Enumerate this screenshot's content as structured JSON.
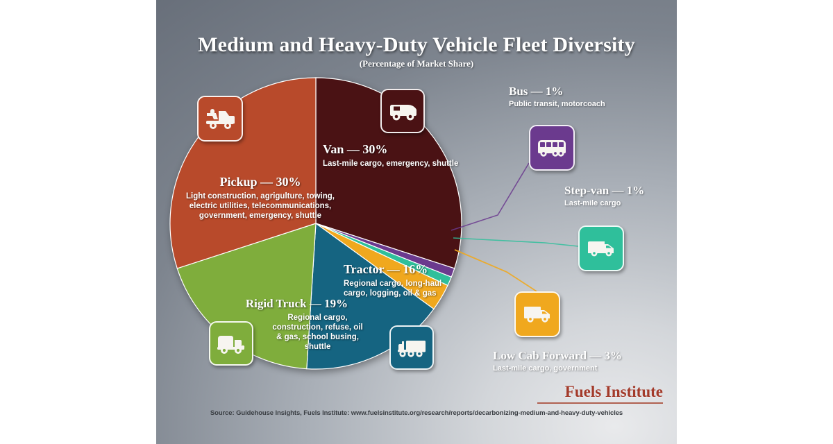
{
  "header": {
    "title": "Medium and Heavy-Duty Vehicle Fleet Diversity",
    "subtitle": "(Percentage of Market Share)"
  },
  "footer": {
    "logo": "Fuels Institute",
    "source": "Source: Guidehouse Insights, Fuels Institute: www.fuelsinstitute.org/research/reports/decarbonizing-medium-and-heavy-duty-vehicles"
  },
  "icons": {
    "pickup": "pickup-truck-icon",
    "van": "van-icon",
    "rigid": "refuse-truck-icon",
    "tractor": "tractor-trailer-icon",
    "bus": "bus-icon",
    "step": "step-van-icon",
    "lcf": "box-truck-icon"
  },
  "labels": {
    "van": {
      "title": "Van — 30%",
      "desc": "Last-mile cargo, emergency, shuttle"
    },
    "pickup": {
      "title": "Pickup — 30%",
      "desc": "Light construction, agrigulture, towing, electric utilities, telecommunications, government, emergency, shuttle"
    },
    "rigid": {
      "title": "Rigid Truck — 19%",
      "desc": "Regional cargo, construction, refuse, oil & gas, school busing, shuttle"
    },
    "tractor": {
      "title": "Tractor — 16%",
      "desc": "Regional cargo, long-haul cargo, logging, oil & gas"
    },
    "bus": {
      "title": "Bus — 1%",
      "desc": "Public transit, motorcoach"
    },
    "step": {
      "title": "Step-van — 1%",
      "desc": "Last-mile cargo"
    },
    "lcf": {
      "title": "Low Cab Forward — 3%",
      "desc": "Last-mile cargo, government"
    }
  },
  "chart_data": {
    "type": "pie",
    "title": "Medium and Heavy-Duty Vehicle Fleet Diversity",
    "subtitle": "(Percentage of Market Share)",
    "unit": "percent of market share",
    "legend_position": "on-slice-and-callout",
    "total": 100,
    "categories": [
      "Van",
      "Bus",
      "Step-van",
      "Low Cab Forward",
      "Tractor",
      "Rigid Truck",
      "Pickup"
    ],
    "values": [
      30,
      1,
      1,
      3,
      16,
      19,
      30
    ],
    "colors": [
      "#4a1214",
      "#6b3a8e",
      "#2fbf9b",
      "#f0a81e",
      "#156481",
      "#7fad3c",
      "#b84a2b"
    ],
    "slices": [
      {
        "name": "Van",
        "value": 30,
        "label": "Van — 30%",
        "color": "#4a1214",
        "applications": "Last-mile cargo, emergency, shuttle"
      },
      {
        "name": "Bus",
        "value": 1,
        "label": "Bus — 1%",
        "color": "#6b3a8e",
        "applications": "Public transit, motorcoach"
      },
      {
        "name": "Step-van",
        "value": 1,
        "label": "Step-van — 1%",
        "color": "#2fbf9b",
        "applications": "Last-mile cargo"
      },
      {
        "name": "Low Cab Forward",
        "value": 3,
        "label": "Low Cab Forward — 3%",
        "color": "#f0a81e",
        "applications": "Last-mile cargo, government"
      },
      {
        "name": "Tractor",
        "value": 16,
        "label": "Tractor — 16%",
        "color": "#156481",
        "applications": "Regional cargo, long-haul cargo, logging, oil & gas"
      },
      {
        "name": "Rigid Truck",
        "value": 19,
        "label": "Rigid Truck — 19%",
        "color": "#7fad3c",
        "applications": "Regional cargo, construction, refuse, oil & gas, school busing, shuttle"
      },
      {
        "name": "Pickup",
        "value": 30,
        "label": "Pickup — 30%",
        "color": "#b84a2b",
        "applications": "Light construction, agrigulture, towing, electric utilities, telecommunications, government, emergency, shuttle"
      }
    ]
  }
}
